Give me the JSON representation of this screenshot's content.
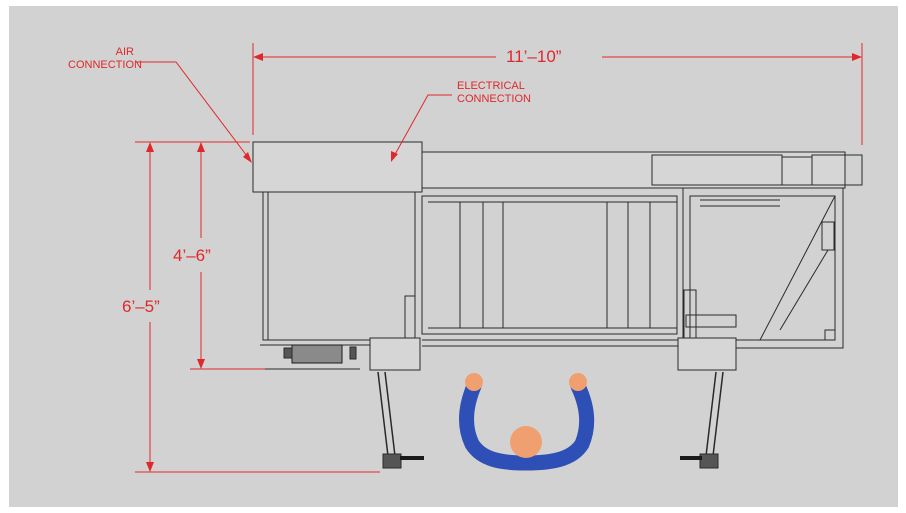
{
  "drawing": {
    "colors": {
      "background": "#d2d2d2",
      "dimension": "#e0282a",
      "machine_line": "#2a2a2a",
      "operator_body": "#2e4fb5",
      "operator_head": "#f0a070"
    }
  },
  "annotations": {
    "air_connection": {
      "line1": "AIR",
      "line2": "CONNECTION"
    },
    "electrical_connection": {
      "line1": "ELECTRICAL",
      "line2": "CONNECTION"
    }
  },
  "dimensions": {
    "overall_length": "11’–10”",
    "inner_depth": "4’–6”",
    "overall_depth": "6’–5”"
  }
}
